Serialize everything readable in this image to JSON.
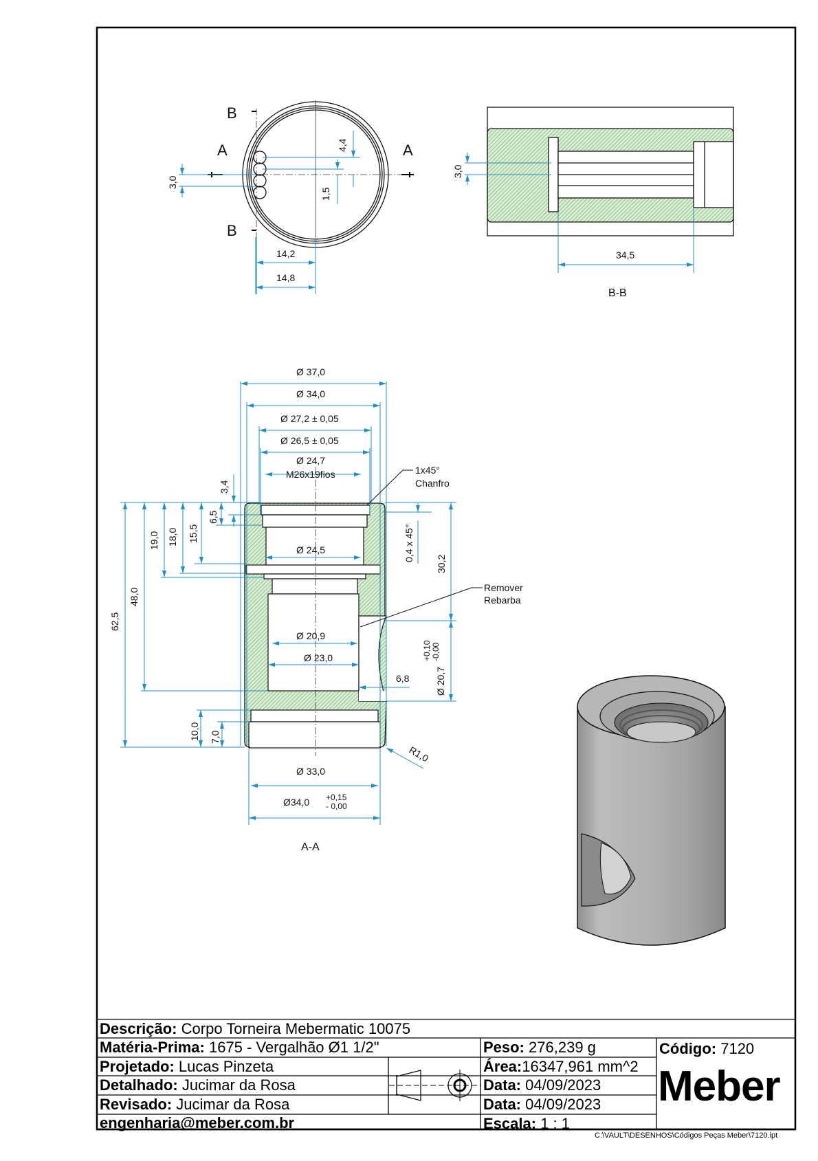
{
  "top_view": {
    "section_a_label": "A",
    "section_b_label": "B",
    "dims": {
      "d_4_4": "4,4",
      "d_1_5": "1,5",
      "d_3_0": "3,0",
      "d_14_2": "14,2",
      "d_14_8": "14,8"
    }
  },
  "section_bb": {
    "title": "B-B",
    "dims": {
      "d_3_0": "3,0",
      "d_34_5": "34,5"
    }
  },
  "section_aa": {
    "title": "A-A",
    "dims": {
      "dia_37": "Ø 37,0",
      "dia_34": "Ø 34,0",
      "dia_27_2": "Ø 27,2 ± 0,05",
      "dia_26_5": "Ø 26,5 ± 0,05",
      "dia_24_7": "Ø 24,7",
      "thread": "M26x19fios",
      "dia_24_5": "Ø 24,5",
      "dia_20_9": "Ø 20,9",
      "dia_23_0": "Ø 23,0",
      "dia_33_0": "Ø 33,0",
      "dia_34_tol": "Ø34,0",
      "tol_plus": "+0,15",
      "tol_minus": "- 0,00",
      "d_3_4": "3,4",
      "d_6_5": "6,5",
      "d_15_5": "15,5",
      "d_18_0": "18,0",
      "d_19_0": "19,0",
      "d_48_0": "48,0",
      "d_62_5": "62,5",
      "d_10_0": "10,0",
      "d_7_0": "7,0",
      "d_0_4x45": "0,4 x 45°",
      "d_30_2": "30,2",
      "dia_20_7": "Ø 20,7",
      "dia_20_7_plus": "+0,10",
      "dia_20_7_minus": "-0,00",
      "d_6_8": "6,8",
      "r_1_0": "R1,0"
    },
    "notes": {
      "chamfer_line1": "1x45°",
      "chamfer_line2": "Chanfro",
      "burr_line1": "Remover",
      "burr_line2": "Rebarba"
    }
  },
  "title_block": {
    "descricao_label": "Descrição:",
    "descricao_value": "Corpo Torneira Mebermatic 10075",
    "materia_label": "Matéria-Prima:",
    "materia_value": "1675 - Vergalhão Ø1 1/2\"",
    "projetado_label": "Projetado:",
    "projetado_value": "Lucas Pinzeta",
    "detalhado_label": "Detalhado:",
    "detalhado_value": "Jucimar da Rosa",
    "revisado_label": "Revisado:",
    "revisado_value": "Jucimar da Rosa",
    "email": "engenharia@meber.com.br",
    "peso_label": "Peso:",
    "peso_value": "276,239 g",
    "area_label": "Área:",
    "area_value": "16347,961 mm^2",
    "data1_label": "Data:",
    "data1_value": "04/09/2023",
    "data2_label": "Data:",
    "data2_value": "04/09/2023",
    "escala_label": "Escala:",
    "escala_value": "1 : 1",
    "codigo_label": "Código:",
    "codigo_value": "7120",
    "logo": "Meber"
  },
  "file_path": "C:\\VAULT\\DESENHOS\\Códigos Peças Meber\\7120.ipt",
  "colors": {
    "hatch": "#5cab5c",
    "hatch_bg": "#d9ecd3",
    "dimension": "#1f8fc4"
  }
}
